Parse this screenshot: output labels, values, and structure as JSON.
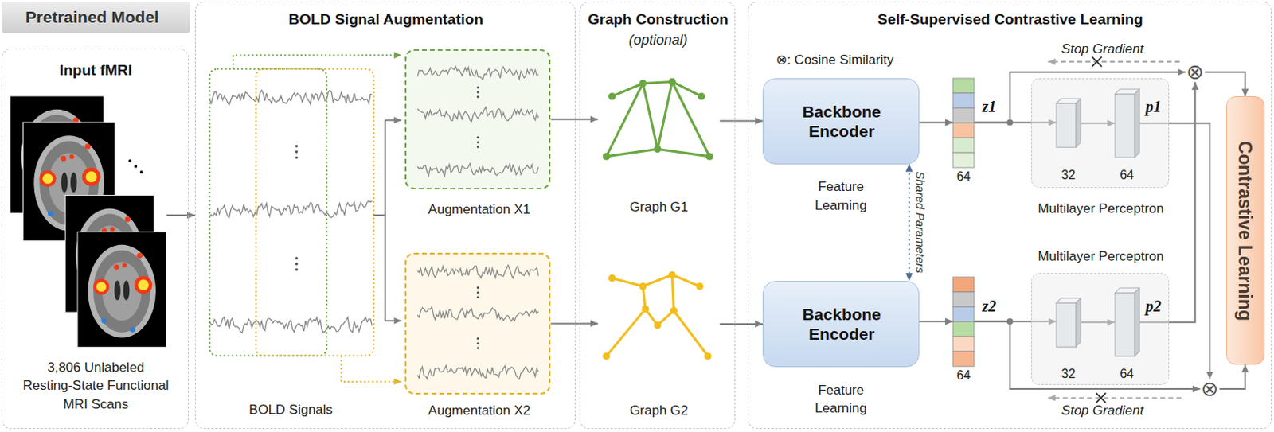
{
  "diagram": {
    "nodes": [
      {
        "text": [
          "Pretrained Model"
        ]
      },
      {
        "text": [
          "Input fMRI",
          "3,806 Unlabeled Resting-State Functional MRI Scans"
        ]
      },
      {
        "text": [
          "BOLD Signal Augmentation"
        ]
      },
      {
        "text": [
          "Augmentation X1"
        ],
        "in": 2
      },
      {
        "text": [
          "Augmentation X2"
        ],
        "in": 2
      },
      {
        "text": [
          "Graph Construction",
          "(optional)"
        ]
      },
      {
        "text": [
          "Graph G1"
        ],
        "in": 5
      },
      {
        "text": [
          "Graph G2"
        ],
        "in": 5
      },
      {
        "text": [
          "Self-Supervised Contrastive Learning"
        ]
      },
      {
        "text": [
          "Backbone Encoder"
        ],
        "in": 8
      },
      {
        "text": [
          "z1",
          "64"
        ],
        "in": 8
      },
      {
        "text": [
          "Multilayer Perceptron"
        ],
        "in": 8
      },
      {
        "text": [
          "32"
        ],
        "in": 11
      },
      {
        "text": [
          "64",
          "p1"
        ],
        "in": 11
      },
      {
        "text": [
          "⊗"
        ],
        "in": 8
      },
      {
        "text": [
          "Contrastive Learning"
        ],
        "in": 8
      },
      {
        "text": [
          "Backbone Encoder"
        ],
        "in": 8
      },
      {
        "text": [
          "z2",
          "64"
        ],
        "in": 8
      },
      {
        "text": [
          "Multilayer Perceptron"
        ],
        "in": 8
      },
      {
        "text": [
          "32"
        ],
        "in": 18
      },
      {
        "text": [
          "64",
          "p2"
        ],
        "in": 18
      },
      {
        "text": [
          "⊗"
        ],
        "in": 8
      }
    ],
    "edges": [
      {
        "from": 1,
        "to": 2,
        "arrow": "to"
      },
      {
        "from": 3,
        "to": 6,
        "arrow": "to"
      },
      {
        "from": 4,
        "to": 7,
        "arrow": "to"
      },
      {
        "from": 6,
        "to": 9,
        "arrow": "to"
      },
      {
        "from": 7,
        "to": 16,
        "arrow": "to"
      },
      {
        "from": 9,
        "to": 10,
        "arrow": "to"
      },
      {
        "from": 16,
        "to": 17,
        "arrow": "to"
      },
      {
        "from": 9,
        "to": 16,
        "label": "Shared Parameters",
        "arrow": "both"
      },
      {
        "from": 10,
        "to": 12,
        "arrow": "to"
      },
      {
        "from": 12,
        "to": 13,
        "arrow": "to"
      },
      {
        "from": 17,
        "to": 19,
        "arrow": "to"
      },
      {
        "from": 19,
        "to": 20,
        "arrow": "to"
      },
      {
        "from": 10,
        "to": 14,
        "arrow": "to"
      },
      {
        "from": 13,
        "to": 21,
        "arrow": "to"
      },
      {
        "from": 20,
        "to": 14,
        "arrow": "to"
      },
      {
        "from": 17,
        "to": 21,
        "arrow": "to"
      },
      {
        "from": 14,
        "to": 15,
        "arrow": "to"
      },
      {
        "from": 21,
        "to": 15,
        "arrow": "to"
      }
    ],
    "labels": [
      "BOLD Signals",
      "⊗: Cosine Similarity",
      "Stop Gradient",
      "Stop Gradient",
      "Feature Learning",
      "Feature Learning"
    ]
  }
}
